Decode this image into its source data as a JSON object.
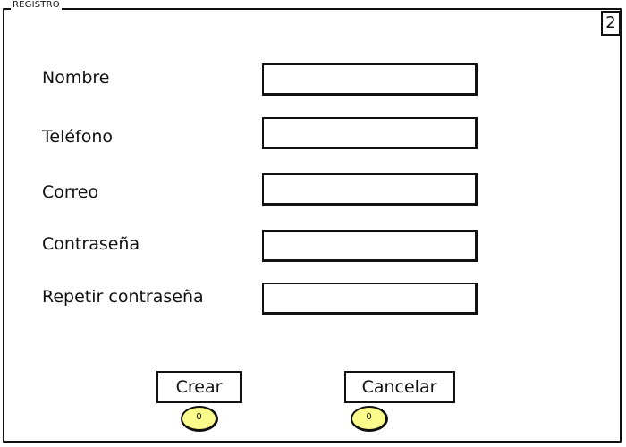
{
  "panel": {
    "title": "REGISTRO",
    "page_number": "2"
  },
  "form": {
    "fields": [
      {
        "label": "Nombre",
        "value": ""
      },
      {
        "label": "Teléfono",
        "value": ""
      },
      {
        "label": "Correo",
        "value": ""
      },
      {
        "label": "Contraseña",
        "value": ""
      },
      {
        "label": "Repetir contraseña",
        "value": ""
      }
    ]
  },
  "actions": {
    "create_label": "Crear",
    "create_count": "0",
    "cancel_label": "Cancelar",
    "cancel_count": "0"
  },
  "colors": {
    "border": "#111111",
    "badge_fill": "#fbfb8c",
    "background": "#ffffff"
  }
}
